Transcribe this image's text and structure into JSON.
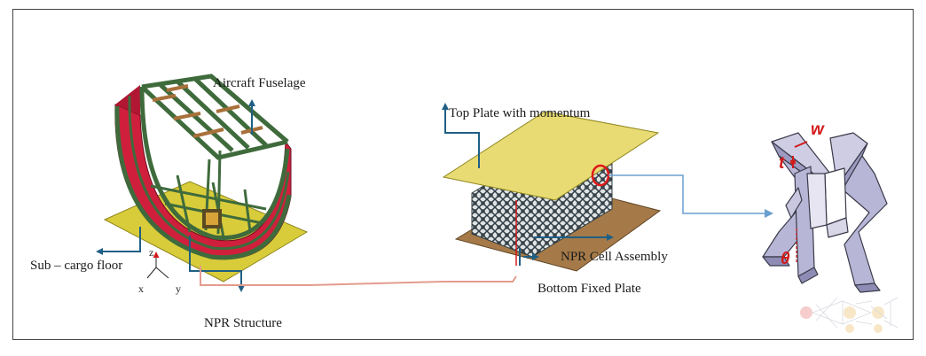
{
  "labels": {
    "aircraft_fuselage": "Aircraft Fuselage",
    "sub_cargo_floor": "Sub – cargo floor",
    "npr_structure": "NPR Structure",
    "top_plate": "Top Plate with momentum",
    "npr_cell_assembly": "NPR Cell Assembly",
    "bottom_fixed_plate": "Bottom Fixed Plate"
  },
  "axes": {
    "z": "z",
    "x": "x",
    "y": "y"
  },
  "geometry_symbols": {
    "w": "w",
    "t": "t",
    "theta": "θ"
  },
  "colors": {
    "arrow": "#1f5f85",
    "connector_red": "#e39b8e",
    "connector_blue": "#6a9fd0",
    "fuselage_frame": "#3f6b3c",
    "fuselage_skin": "#cf1f3c",
    "cross_beams": "#a8703a",
    "cargo_floor": "#d8cc3a",
    "top_plate": "#e8db74",
    "bottom_plate": "#a57a48",
    "lattice": "#2f3b42",
    "unit_cell": "#b8b6d6",
    "annotation_red": "#d31a1a"
  }
}
